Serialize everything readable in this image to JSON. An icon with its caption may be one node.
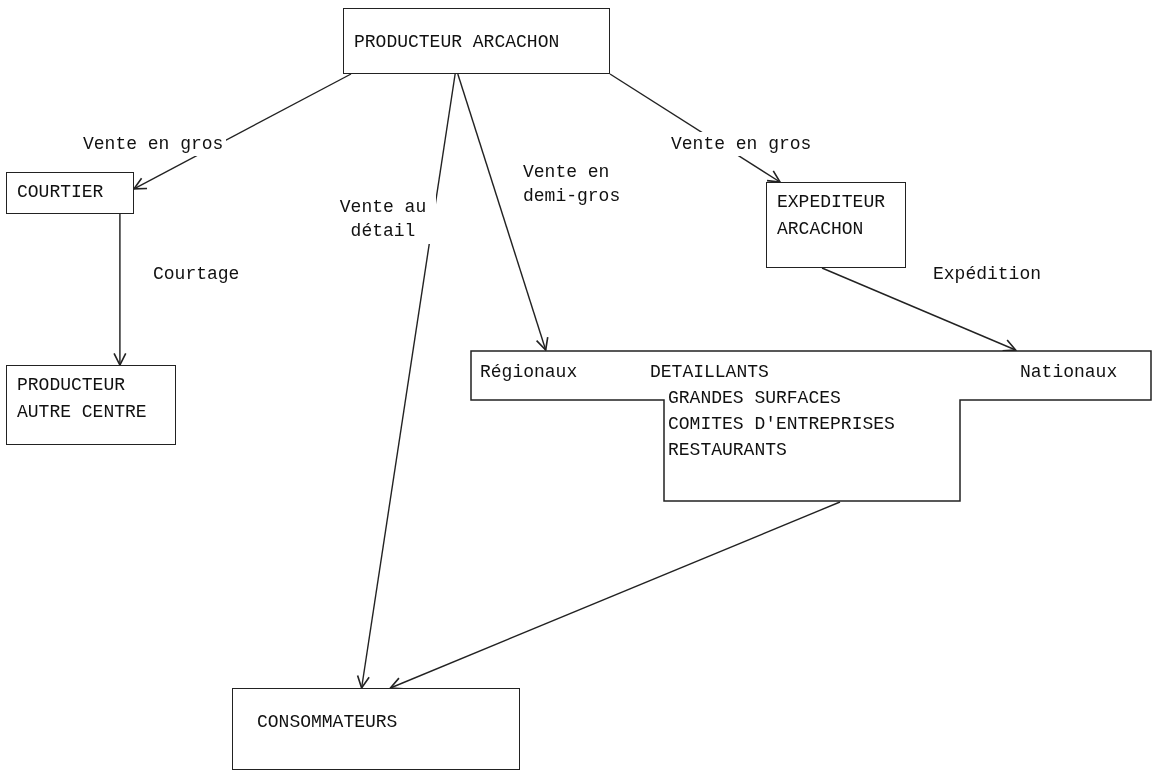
{
  "diagram": {
    "nodes": [
      {
        "text": [
          "PRODUCTEUR ARCACHON"
        ]
      },
      {
        "text": [
          "COURTIER"
        ]
      },
      {
        "text": [
          "EXPEDITEUR ARCACHON"
        ]
      },
      {
        "text": [
          "PRODUCTEUR AUTRE CENTRE"
        ]
      },
      {
        "text": [
          "Régionaux",
          "DETAILLANTS",
          "Nationaux",
          "GRANDES SURFACES",
          "COMITES D'ENTREPRISES",
          "RESTAURANTS"
        ]
      },
      {
        "text": [
          "CONSOMMATEURS"
        ]
      }
    ],
    "edges": [
      {
        "from": 0,
        "to": 1,
        "arrow": "to",
        "label": "Vente en gros"
      },
      {
        "from": 0,
        "to": 2,
        "arrow": "to",
        "label": "Vente en gros"
      },
      {
        "from": 1,
        "to": 3,
        "arrow": "to",
        "label": "Courtage"
      },
      {
        "from": 0,
        "to": 5,
        "arrow": "to",
        "label": "Vente au détail"
      },
      {
        "from": 0,
        "to": 4,
        "arrow": "to",
        "label": "Vente en demi-gros"
      },
      {
        "from": 2,
        "to": 4,
        "arrow": "to",
        "label": "Expédition"
      },
      {
        "from": 4,
        "to": 5,
        "arrow": "to"
      }
    ]
  }
}
